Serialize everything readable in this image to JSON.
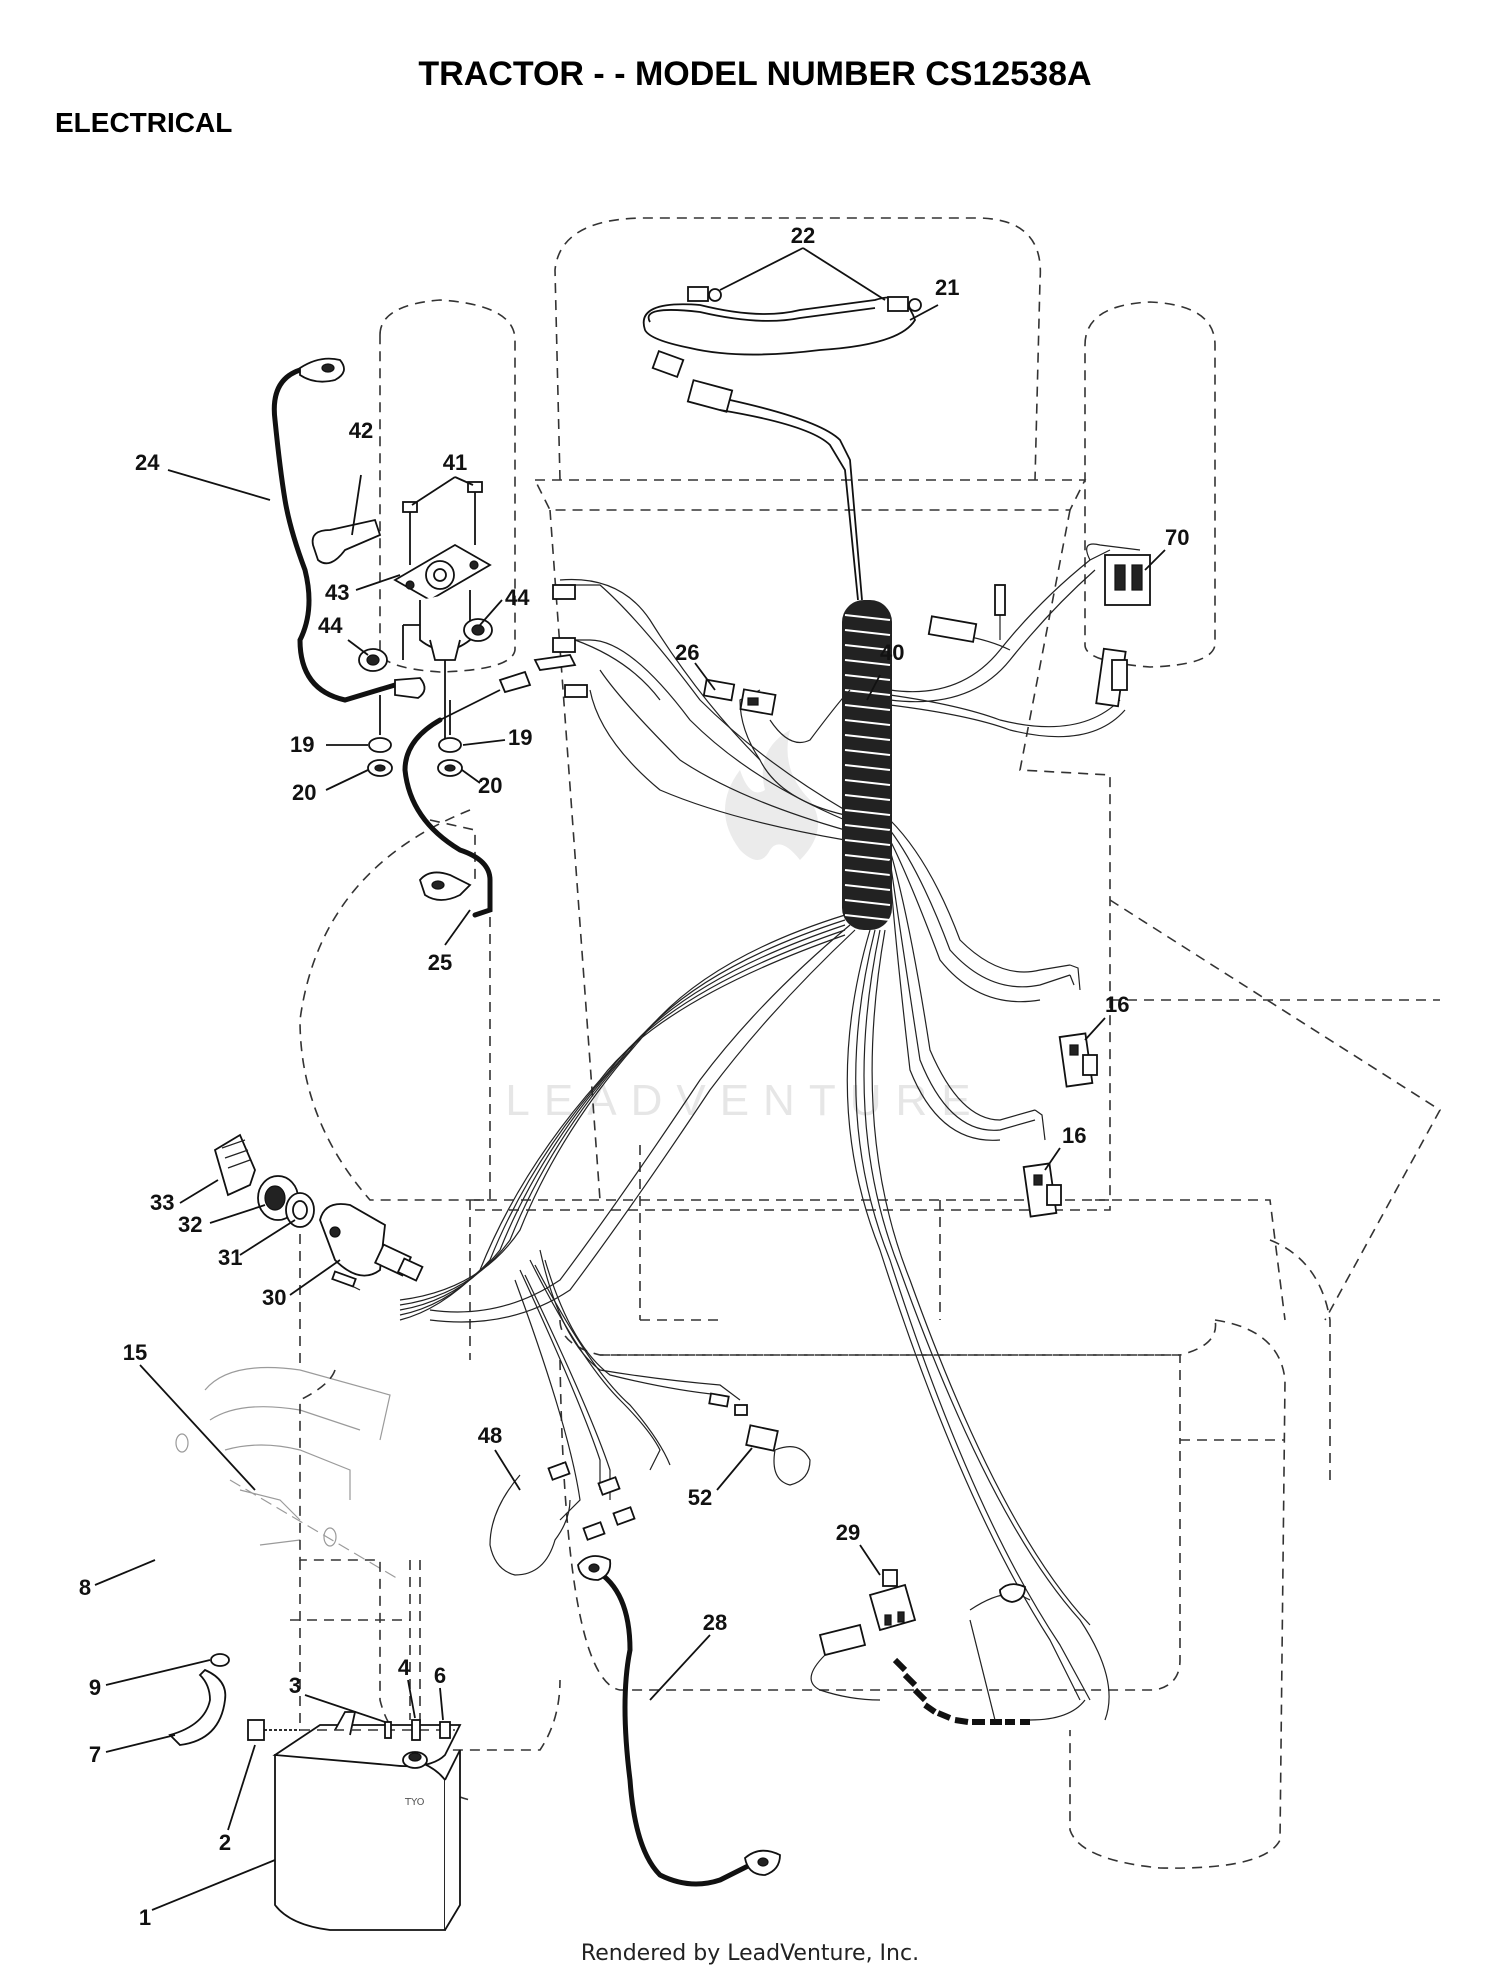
{
  "header": {
    "title": "TRACTOR - - MODEL NUMBER CS12538A",
    "section": "ELECTRICAL"
  },
  "watermark": "LEADVENTURE",
  "footer": "Rendered by LeadVenture, Inc.",
  "callouts": {
    "c1": "1",
    "c2": "2",
    "c3": "3",
    "c4": "4",
    "c6": "6",
    "c7": "7",
    "c8": "8",
    "c9": "9",
    "c15": "15",
    "c16a": "16",
    "c16b": "16",
    "c19a": "19",
    "c19b": "19",
    "c20a": "20",
    "c20b": "20",
    "c21": "21",
    "c22": "22",
    "c24": "24",
    "c25": "25",
    "c26": "26",
    "c28": "28",
    "c29": "29",
    "c30": "30",
    "c31": "31",
    "c32": "32",
    "c33": "33",
    "c40": "40",
    "c41": "41",
    "c42": "42",
    "c43": "43",
    "c44a": "44",
    "c44b": "44",
    "c48": "48",
    "c52": "52",
    "c70": "70"
  }
}
